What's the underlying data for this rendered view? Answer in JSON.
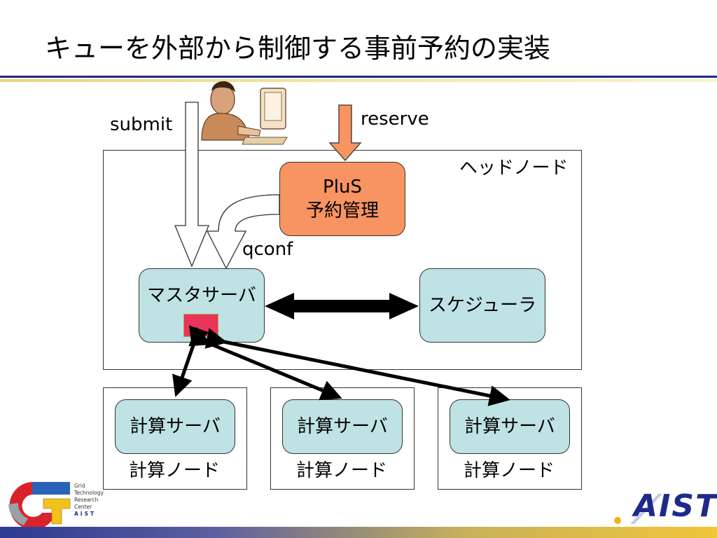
{
  "slide": {
    "title": "キューを外部から制御する事前予約の実装"
  },
  "diagram": {
    "labels": {
      "submit": "submit",
      "reserve": "reserve",
      "qconf": "qconf",
      "head_node": "ヘッドノード"
    },
    "nodes": {
      "plus": "PluS\n予約管理",
      "master": "マスタサーバ",
      "scheduler": "スケジューラ"
    },
    "compute_nodes": [
      {
        "server": "計算サーバ",
        "node": "計算ノード"
      },
      {
        "server": "計算サーバ",
        "node": "計算ノード"
      },
      {
        "server": "計算サーバ",
        "node": "計算ノード"
      }
    ],
    "colors": {
      "server_fill": "#bfe2e4",
      "plus_fill": "#f79461",
      "queue_marker": "#e8335a",
      "reserve_arrow": "#f79461"
    }
  },
  "logos": {
    "gt_lines": [
      "Grid",
      "Technology",
      "Research",
      "Center",
      "AIST"
    ],
    "aist": "AIST"
  }
}
